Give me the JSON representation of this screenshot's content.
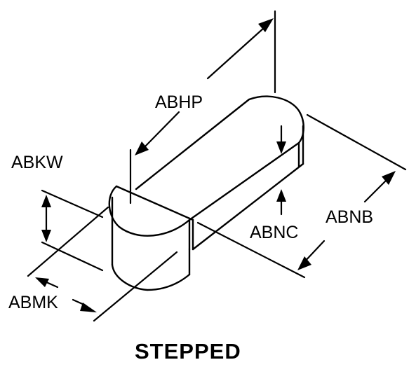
{
  "diagram": {
    "caption": "STEPPED",
    "dimensions": {
      "ABHP": "ABHP",
      "ABKW": "ABKW",
      "ABMK": "ABMK",
      "ABNC": "ABNC",
      "ABNB": "ABNB"
    },
    "colors": {
      "line": "#000000",
      "background": "#ffffff"
    }
  }
}
